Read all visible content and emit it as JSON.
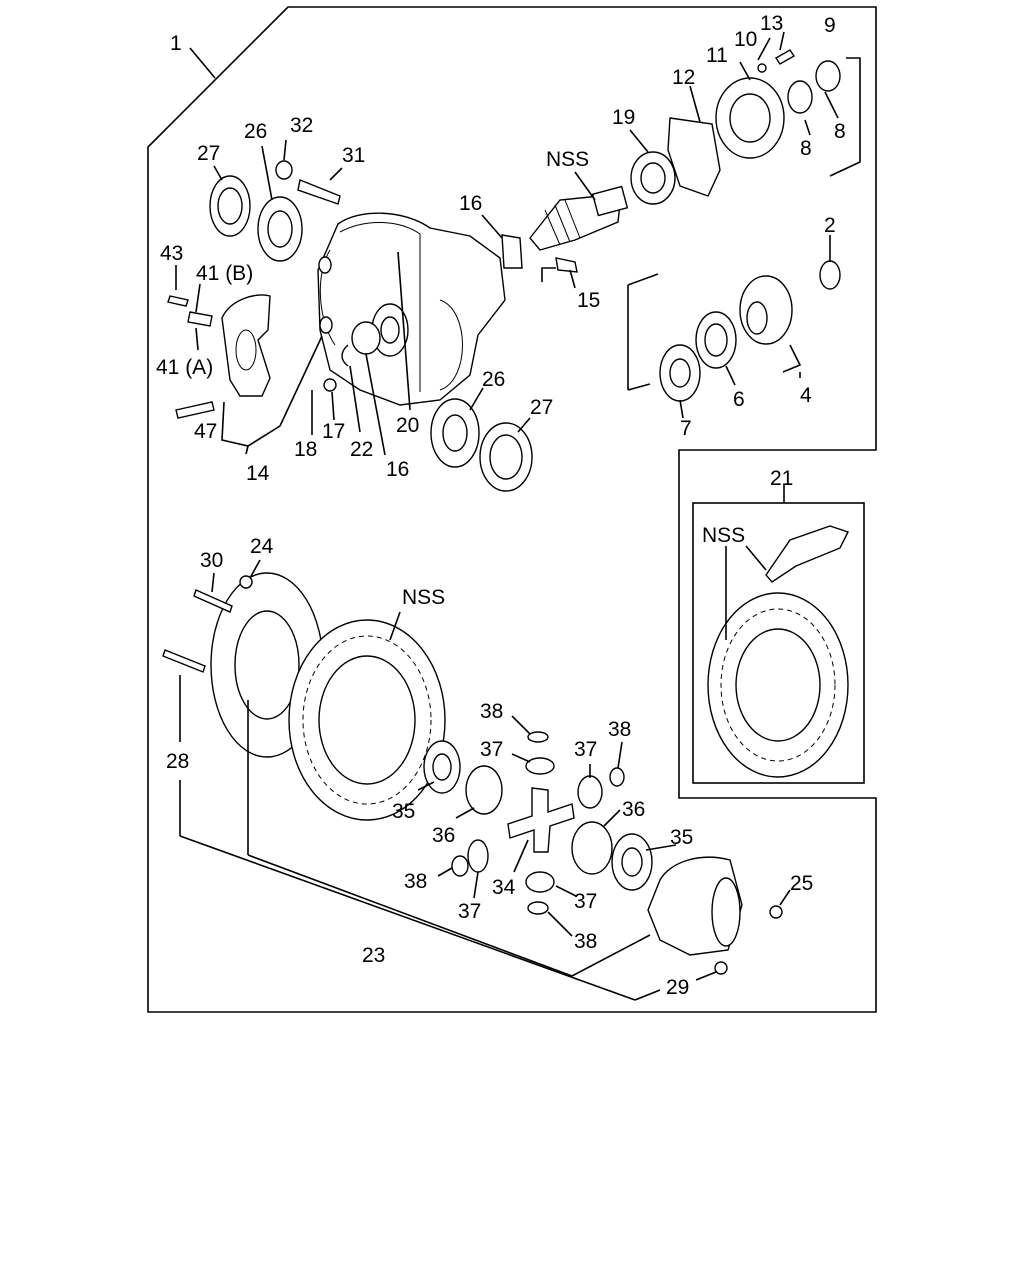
{
  "diagram": {
    "type": "exploded-parts-diagram",
    "labels": {
      "l1": "1",
      "l2": "2",
      "l4": "4",
      "l6": "6",
      "l7": "7",
      "l8a": "8",
      "l8b": "8",
      "l9": "9",
      "l10": "10",
      "l11": "11",
      "l12": "12",
      "l13": "13",
      "l14": "14",
      "l15": "15",
      "l16a": "16",
      "l16b": "16",
      "l17": "17",
      "l18": "18",
      "l19": "19",
      "l20": "20",
      "l21": "21",
      "l22": "22",
      "l23": "23",
      "l24": "24",
      "l25": "25",
      "l26a": "26",
      "l26b": "26",
      "l27a": "27",
      "l27b": "27",
      "l28": "28",
      "l29": "29",
      "l30": "30",
      "l31": "31",
      "l32": "32",
      "l34": "34",
      "l35a": "35",
      "l35b": "35",
      "l36a": "36",
      "l36b": "36",
      "l37a": "37",
      "l37b": "37",
      "l37c": "37",
      "l37d": "37",
      "l38a": "38",
      "l38b": "38",
      "l38c": "38",
      "l38d": "38",
      "l41a": "41 (A)",
      "l41b": "41 (B)",
      "l43": "43",
      "l47": "47",
      "nss1": "NSS",
      "nss2": "NSS",
      "nss3": "NSS"
    }
  }
}
